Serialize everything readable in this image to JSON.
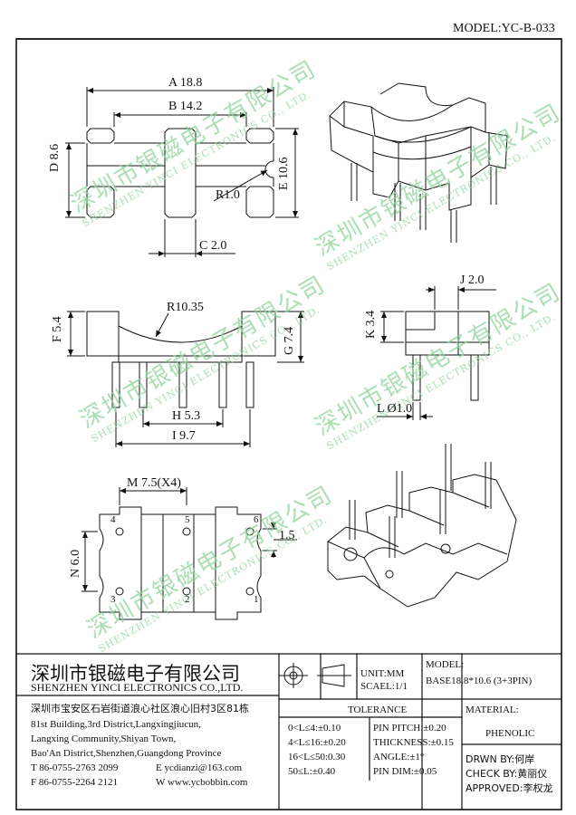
{
  "model_header": "MODEL:YC-B-033",
  "watermark": {
    "cn": "深圳市银磁电子有限公司",
    "en": "SHENZHEN YINCI ELECTRONICS CO., LTD."
  },
  "dims": {
    "A": "A 18.8",
    "B": "B 14.2",
    "C": "C 2.0",
    "D": "D 8.6",
    "E": "E 10.6",
    "R1": "R1.0",
    "F": "F 5.4",
    "G": "G 7.4",
    "R10": "R10.35",
    "H": "H 5.3",
    "I": "I 9.7",
    "J": "J 2.0",
    "K": "K 3.4",
    "L": "L Ø1.0",
    "M": "M 7.5(X4)",
    "N": "N 6.0",
    "P": "1.5"
  },
  "pins": [
    "1",
    "2",
    "3",
    "4",
    "5",
    "6"
  ],
  "company": {
    "name_cn": "深圳市银磁电子有限公司",
    "name_en": "SHENZHEN YINCI ELECTRONICS CO.,LTD.",
    "address_cn": "深圳市宝安区石岩街道浪心社区浪心旧村3区81栋",
    "address_en_1": "81st Building,3rd District,Langxingjiucun,",
    "address_en_2": "Langxing Community,Shiyan Town,",
    "address_en_3": "Bao'An District,Shenzhen,Guangdong Province",
    "tel": "T 86-0755-2763 2099",
    "email": "E ycdianzi@163.com",
    "fax": "F 86-0755-2264 2121",
    "web": "W www.ycbobbin.com"
  },
  "unit": "UNIT:MM",
  "scale": "SCAEL:1/1",
  "model_label": "MODEL:",
  "model_value": "BASE18.8*10.6 (3+3PIN)",
  "tolerance": {
    "title": "TOLERANCE",
    "rows": [
      "0<L≤4:±0.10",
      "4<L≤16:±0.20",
      "16<L≤50:0.30",
      "50≤L:±0.40"
    ],
    "right_rows": [
      "PIN PITCH:±0.20",
      "THICKNESS:±0.15",
      "ANGLE:±1°",
      "PIN DIM:±0.05"
    ]
  },
  "material_label": "MATERIAL:",
  "material_value": "PHENOLIC",
  "drawn_by": "DRWN BY:何岸",
  "check_by": "CHECK BY:黄丽仪",
  "approved": "APPROVED:李权龙"
}
